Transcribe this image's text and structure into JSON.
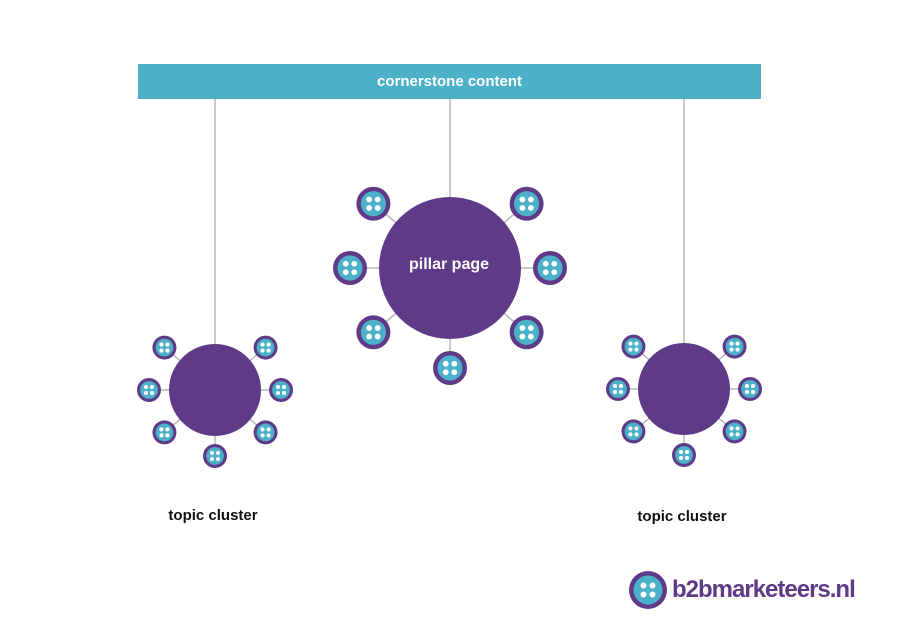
{
  "banner": {
    "label": "cornerstone content"
  },
  "pillar": {
    "label": "pillar page"
  },
  "clusters": [
    {
      "label": "topic cluster"
    },
    {
      "label": "topic cluster"
    }
  ],
  "logo": {
    "text": "b2bmarketeers.nl"
  },
  "colors": {
    "purple": "#5e3a87",
    "teal": "#4cb0c9",
    "connector": "#b8b8b8",
    "white": "#ffffff"
  },
  "icons": {
    "satellite": "four-dot-grid-icon"
  }
}
